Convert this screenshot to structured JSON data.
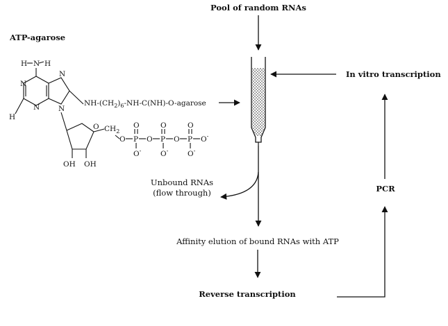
{
  "labels": {
    "pool": "Pool of random RNAs",
    "atp_agarose": "ATP-agarose",
    "in_vitro": "In vitro transcription",
    "unbound_1": "Unbound RNAs",
    "unbound_2": "(flow through)",
    "pcr": "PCR",
    "affinity": "Affinity elution of bound RNAs with ATP",
    "reverse": "Reverse transcription"
  },
  "chem": {
    "h_left": "H",
    "h_right": "H",
    "n_amine": "N",
    "n1": "N",
    "n3": "N",
    "n7": "N",
    "n9": "N",
    "h2": "H",
    "linker_a": "NH-(CH",
    "linker_sub": "2",
    "linker_sub2": "6",
    "linker_b": "-NH-C(NH)-O-agarose",
    "ring_o": "O",
    "ch2": "CH",
    "ch2_sub": "2",
    "oh1": "OH",
    "oh2": "OH",
    "o_link1": "O",
    "o_link2": "O",
    "o_link3": "O",
    "p1": "P",
    "p2": "P",
    "p3": "P",
    "o_top1": "O",
    "o_top2": "O",
    "o_top3": "O",
    "o_bot1": "O",
    "o_bot2": "O",
    "o_bot3": "O",
    "o_term": "O"
  }
}
